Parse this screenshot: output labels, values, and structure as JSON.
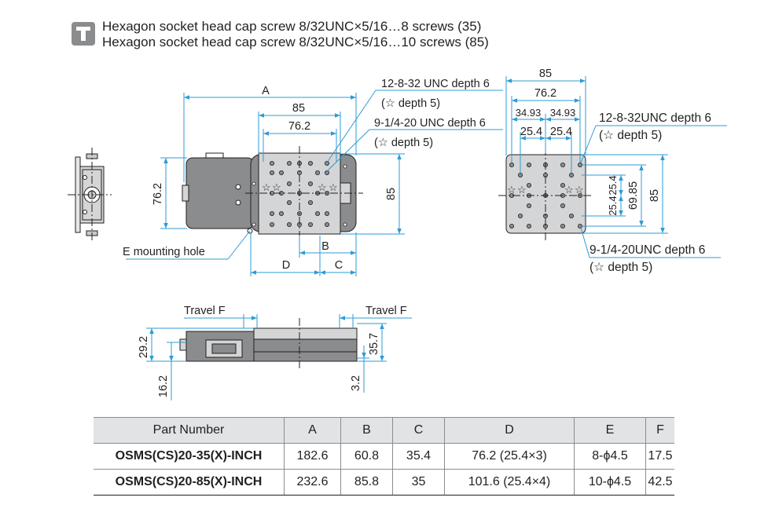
{
  "notes": {
    "line1": "Hexagon socket head cap screw 8/32UNC×5/16…8 screws (35)",
    "line2": "Hexagon socket head cap screw 8/32UNC×5/16…10 screws (85)",
    "icon": "screw-icon"
  },
  "top_view": {
    "dim_A": "A",
    "dim_85": "85",
    "dim_762": "76.2",
    "dim_762_vert": "76.2",
    "dim_85_vert": "85",
    "dim_B": "B",
    "dim_C": "C",
    "dim_D": "D",
    "callout1_l1": "12-8-32 UNC depth 6",
    "callout1_l2": "(☆ depth 5)",
    "callout2_l1": "9-1/4-20 UNC depth 6",
    "callout2_l2": "(☆ depth 5)",
    "mounting": "E mounting hole"
  },
  "side_view": {
    "dim_85": "85",
    "dim_762": "76.2",
    "dim_3493a": "34.93",
    "dim_3493b": "34.93",
    "dim_254a": "25.4",
    "dim_254b": "25.4",
    "dim_254v1": "25.4",
    "dim_254v2": "25.4",
    "dim_6985": "69.85",
    "dim_85v": "85",
    "callout1_l1": "12-8-32UNC depth 6",
    "callout1_l2": "(☆ depth 5)",
    "callout2_l1": "9-1/4-20UNC depth 6",
    "callout2_l2": "(☆ depth 5)"
  },
  "front_view": {
    "travel_left": "Travel F",
    "travel_right": "Travel F",
    "dim_292": "29.2",
    "dim_162": "16.2",
    "dim_357": "35.7",
    "dim_32": "3.2"
  },
  "table": {
    "headers": [
      "Part Number",
      "A",
      "B",
      "C",
      "D",
      "E",
      "F"
    ],
    "rows": [
      [
        "OSMS(CS)20-35(X)-INCH",
        "182.6",
        "60.8",
        "35.4",
        "76.2 (25.4×3)",
        "8-ϕ4.5",
        "17.5"
      ],
      [
        "OSMS(CS)20-85(X)-INCH",
        "232.6",
        "85.8",
        "35",
        "101.6 (25.4×4)",
        "10-ϕ4.5",
        "42.5"
      ]
    ]
  },
  "colors": {
    "line": "#231f20",
    "dimension": "#2e9bd6",
    "body": "#8a8c8e",
    "header_bg": "#e2e3e4"
  }
}
